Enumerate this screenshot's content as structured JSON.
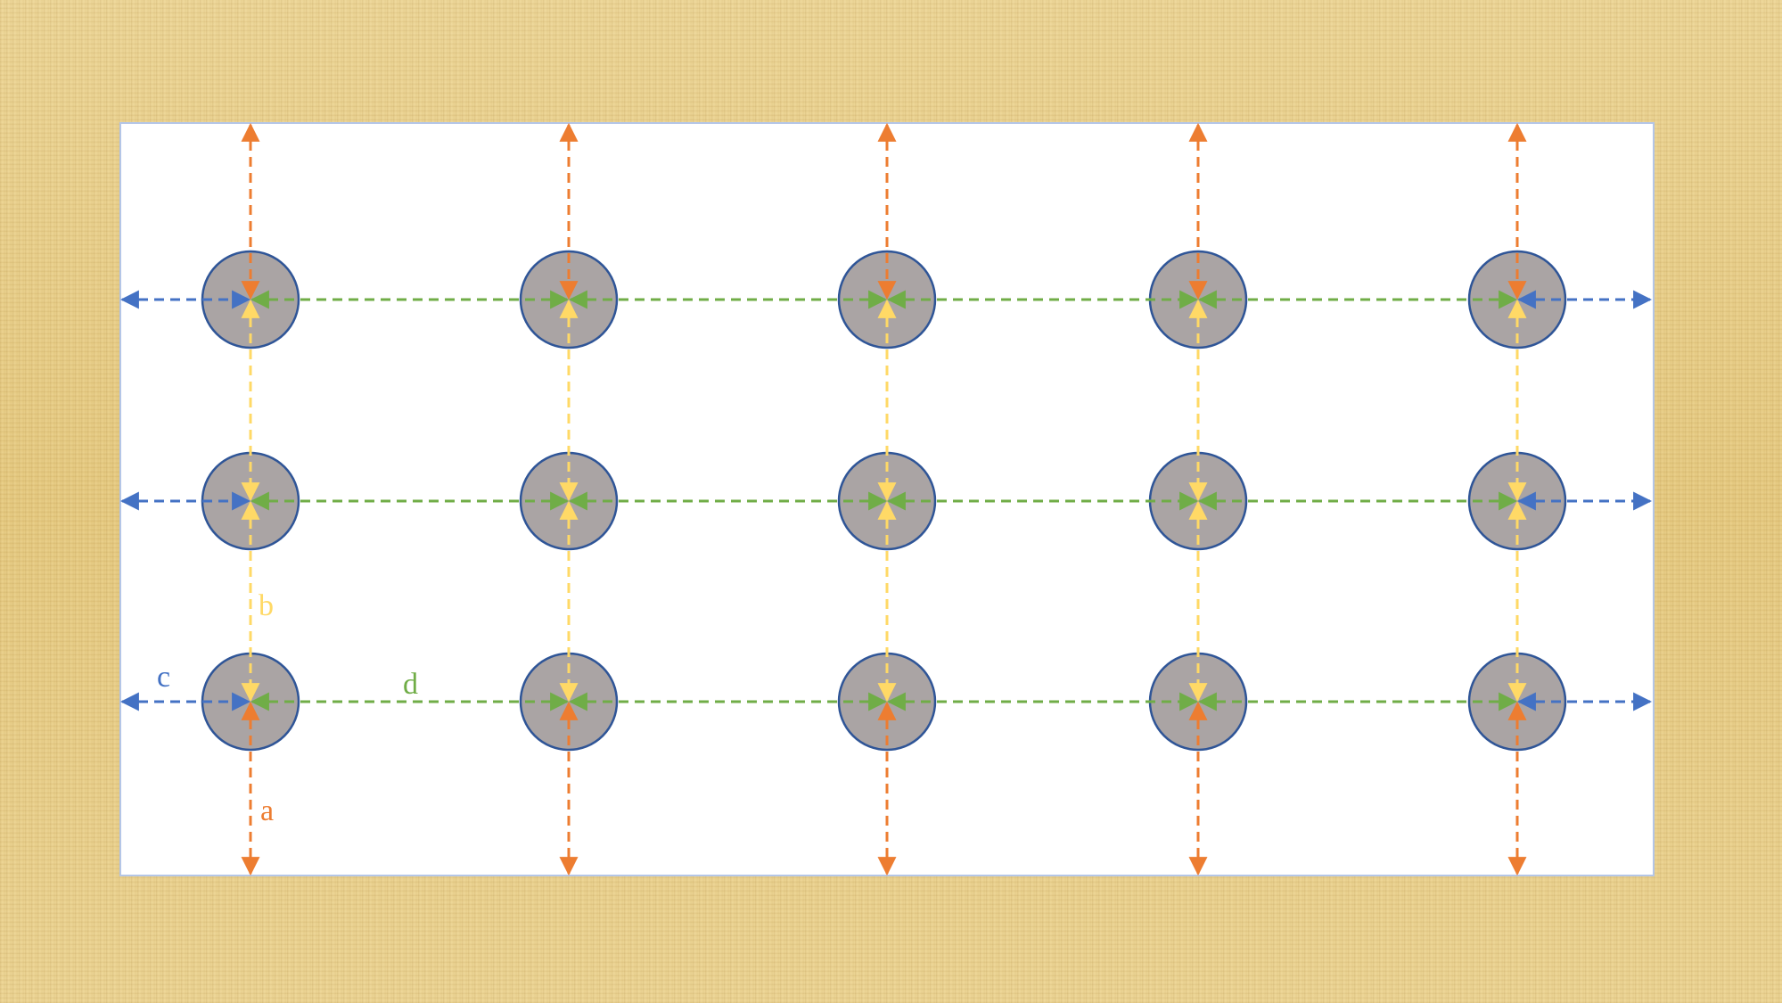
{
  "labels": {
    "a": "a",
    "b": "b",
    "c": "c",
    "d": "d"
  },
  "colors": {
    "background_wood": "#e8cf8a",
    "board": "#ffffff",
    "board_border": "#b4c6e7",
    "hole_fill": "#aaa4a4",
    "hole_stroke": "#2f5597",
    "a_orange": "#ed7d31",
    "b_yellow": "#ffd966",
    "c_blue": "#4472c4",
    "d_green": "#70ad47"
  },
  "grid": {
    "columns": 5,
    "rows": 3
  }
}
